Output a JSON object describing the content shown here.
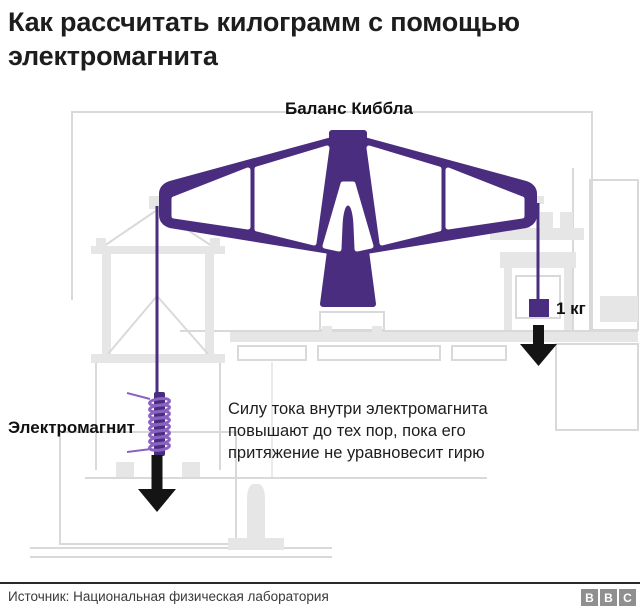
{
  "title": "Как рассчитать килограмм с помощью электромагнита",
  "diagram": {
    "balance_label": "Баланс Киббла",
    "weight_label": "1 кг",
    "electromagnet_label": "Электромагнит",
    "caption": "Силу тока внутри электромагнита повышают до тех пор, пока его притяжение не уравновесит гирю"
  },
  "footer": {
    "source": "Источник: Национальная физическая лаборатория",
    "logo_letters": [
      "B",
      "B",
      "C"
    ]
  },
  "colors": {
    "purple": "#4a2d7f",
    "coil": "#8a63c2",
    "schematic": "#d9d9d9",
    "schematic_fill": "#e6e6e6",
    "arrow": "#141414",
    "title_color": "#1d1d1d",
    "text_color": "#1d1d1d",
    "footer_color": "#3a3a3a",
    "logo_bg": "#8f8f8f"
  }
}
